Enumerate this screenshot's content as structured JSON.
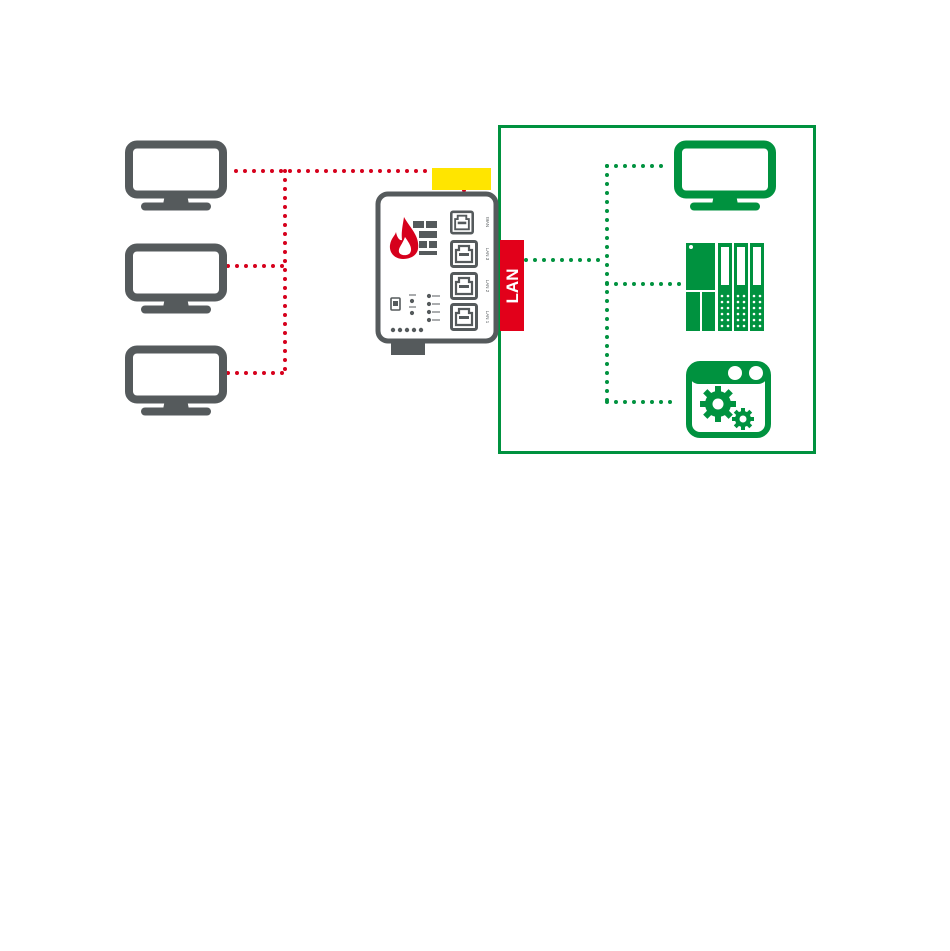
{
  "colors": {
    "device_gray": "#555a5c",
    "untrusted_red": "#d6001c",
    "trusted_green": "#00923f",
    "wan_yellow": "#ffe500",
    "lan_red": "#e2001a",
    "background": "#ffffff"
  },
  "firewall": {
    "icon": "firewall-router-icon",
    "ports": [
      {
        "label": "WAN"
      },
      {
        "label": "LAN 3"
      },
      {
        "label": "LAN 2"
      },
      {
        "label": "LAN 1"
      }
    ]
  },
  "wan_tag": {
    "label": ""
  },
  "lan_tag": {
    "label": "LAN"
  },
  "untrusted_zone": {
    "devices": [
      {
        "icon": "monitor-icon"
      },
      {
        "icon": "monitor-icon"
      },
      {
        "icon": "monitor-icon"
      }
    ]
  },
  "trusted_zone": {
    "devices": [
      {
        "icon": "monitor-icon"
      },
      {
        "icon": "plc-controller-icon"
      },
      {
        "icon": "settings-application-icon"
      }
    ]
  }
}
